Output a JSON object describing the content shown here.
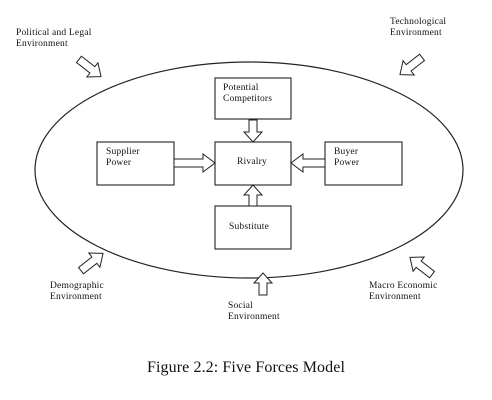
{
  "diagram": {
    "boxes": {
      "potential_competitors": [
        "Potential",
        "Competitors"
      ],
      "supplier_power": [
        "Supplier",
        "Power"
      ],
      "rivalry": [
        "Rivalry"
      ],
      "buyer_power": [
        "Buyer",
        "Power"
      ],
      "substitute": [
        "Substitute"
      ]
    },
    "environments": {
      "political_legal": [
        "Political and Legal",
        "Environment"
      ],
      "technological": [
        "Technological",
        "Environment"
      ],
      "demographic": [
        "Demographic",
        "Environment"
      ],
      "social": [
        "Social",
        "Environment"
      ],
      "macro_economic": [
        "Macro Economic",
        "Environment"
      ]
    },
    "caption": "Figure 2.2: Five Forces Model"
  }
}
